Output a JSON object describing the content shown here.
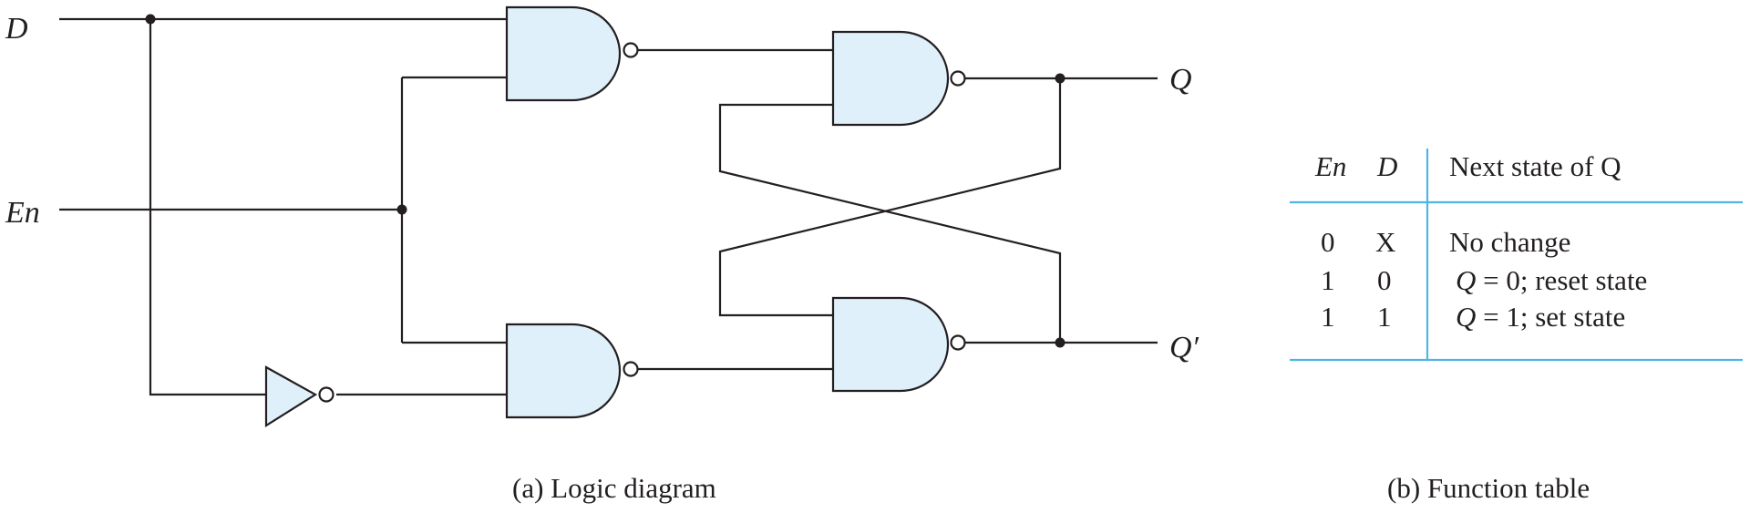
{
  "logic_diagram": {
    "inputs": {
      "d": "D",
      "en": "En"
    },
    "outputs": {
      "q": "Q",
      "q_prime": "Q′"
    },
    "caption": "(a) Logic diagram"
  },
  "function_table": {
    "headers": {
      "en": "En",
      "d": "D",
      "next_state": "Next state of Q"
    },
    "rows": [
      {
        "en": "0",
        "d": "X",
        "q_sym": "",
        "rest": "No change"
      },
      {
        "en": "1",
        "d": "0",
        "q_sym": "Q",
        "rest": " = 0; reset state"
      },
      {
        "en": "1",
        "d": "1",
        "q_sym": "Q",
        "rest": " = 1; set state"
      }
    ],
    "caption": "(b) Function table",
    "rule_color": "#4fb5e6"
  },
  "colors": {
    "gate_fill": "#dff0fb",
    "line": "#231f20"
  }
}
